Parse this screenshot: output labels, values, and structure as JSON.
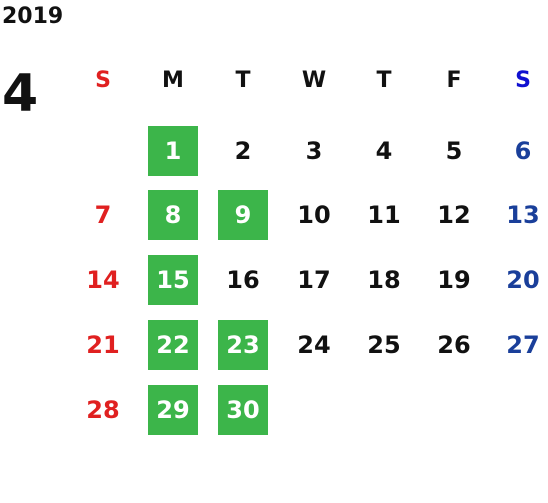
{
  "calendar": {
    "year": "2019",
    "month": "4",
    "weekday_headers": [
      "S",
      "M",
      "T",
      "W",
      "T",
      "F",
      "S"
    ],
    "first_weekday_index": 1,
    "days": [
      "1",
      "2",
      "3",
      "4",
      "5",
      "6",
      "7",
      "8",
      "9",
      "10",
      "11",
      "12",
      "13",
      "14",
      "15",
      "16",
      "17",
      "18",
      "19",
      "20",
      "21",
      "22",
      "23",
      "24",
      "25",
      "26",
      "27",
      "28",
      "29",
      "30"
    ],
    "highlighted_days": [
      "1",
      "8",
      "9",
      "15",
      "22",
      "23",
      "29",
      "30"
    ],
    "colors": {
      "highlight": "#3cb54a",
      "sunday": "#e02020",
      "saturday": "#1a3f9a",
      "saturday_header": "#1010d0",
      "text": "#111111"
    }
  }
}
